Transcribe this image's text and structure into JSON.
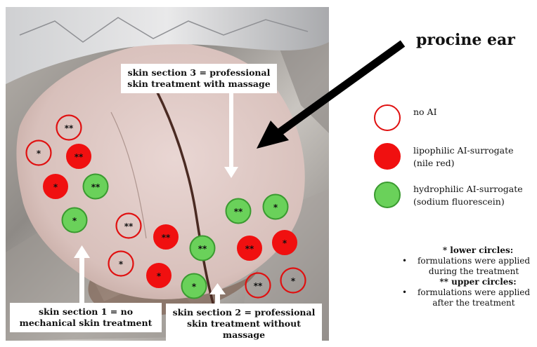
{
  "title": "procine ear",
  "callouts": {
    "section3": "skin section 3 = professional skin treatment with massage",
    "section1": "skin section 1 = no mechanical skin treatment",
    "section2": "skin section 2 = professional skin treatment without massage"
  },
  "legend": [
    {
      "line1": "no AI",
      "line2": "",
      "fill": "#ffffff",
      "stroke": "#e01010"
    },
    {
      "line1": "lipophilic AI-surrogate",
      "line2": "(nile red)",
      "fill": "#f01010",
      "stroke": "#f01010"
    },
    {
      "line1": "hydrophilic AI-surrogate",
      "line2": "(sodium fluorescein)",
      "fill": "#6ad15a",
      "stroke": "#3a9a30"
    }
  ],
  "notes": {
    "lower_title": "* lower circles:",
    "lower_text": "formulations were applied during the treatment",
    "upper_title": "** upper circles:",
    "upper_text": "formulations were applied after the treatment"
  },
  "circle_marks": {
    "single": "*",
    "double": "**"
  },
  "colors": {
    "red": "#f01010",
    "green": "#6ad15a",
    "outline_red": "#e01010",
    "green_border": "#3a9a30"
  }
}
